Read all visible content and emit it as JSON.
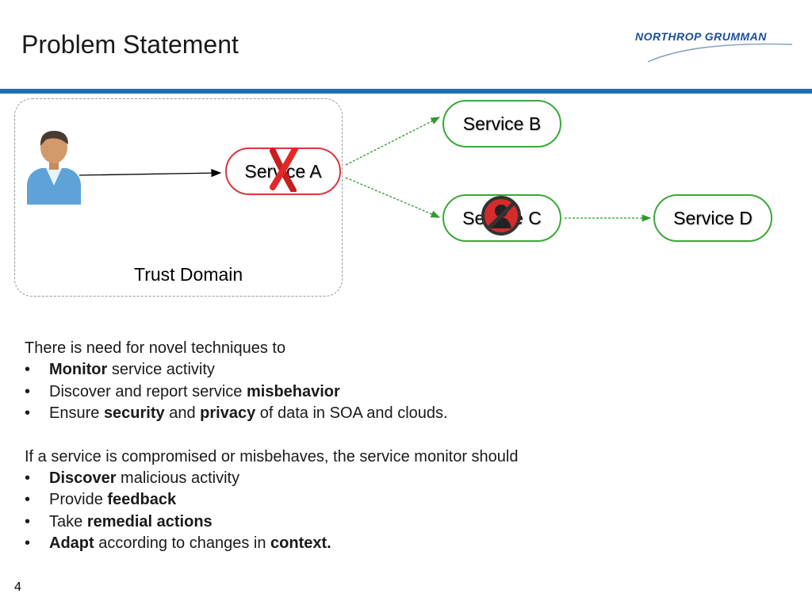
{
  "title": "Problem Statement",
  "logo": {
    "text": "NORTHROP GRUMMAN",
    "color": "#1b4f9c"
  },
  "accent_color": "#1f6fb5",
  "diagram": {
    "trust_domain_label": "Trust Domain",
    "service_a": "Service A",
    "service_b": "Service B",
    "service_c": "Service C",
    "service_d": "Service D",
    "service_border_color": "#39a839",
    "compromised_border_color": "#d9363e",
    "icons": [
      "user-icon",
      "red-x-icon",
      "prohibited-icon"
    ]
  },
  "section1": {
    "intro": "There is need for novel techniques to",
    "b1": {
      "bold": "Monitor",
      "rest": " service activity"
    },
    "b2": {
      "pre": "Discover and report service ",
      "bold": "misbehavior"
    },
    "b3": {
      "pre": "Ensure ",
      "bold1": "security",
      "mid": " and ",
      "bold2": "privacy",
      "rest": " of data in SOA and clouds."
    }
  },
  "section2": {
    "intro": "If a service is compromised or misbehaves, the service monitor should",
    "b1": {
      "bold": "Discover",
      "rest": " malicious activity"
    },
    "b2": {
      "pre": "Provide ",
      "bold": "feedback"
    },
    "b3": {
      "pre": "Take ",
      "bold": "remedial actions"
    },
    "b4": {
      "bold": "Adapt",
      "mid": " according to changes in ",
      "bold2": "context."
    }
  },
  "page_number": "4"
}
